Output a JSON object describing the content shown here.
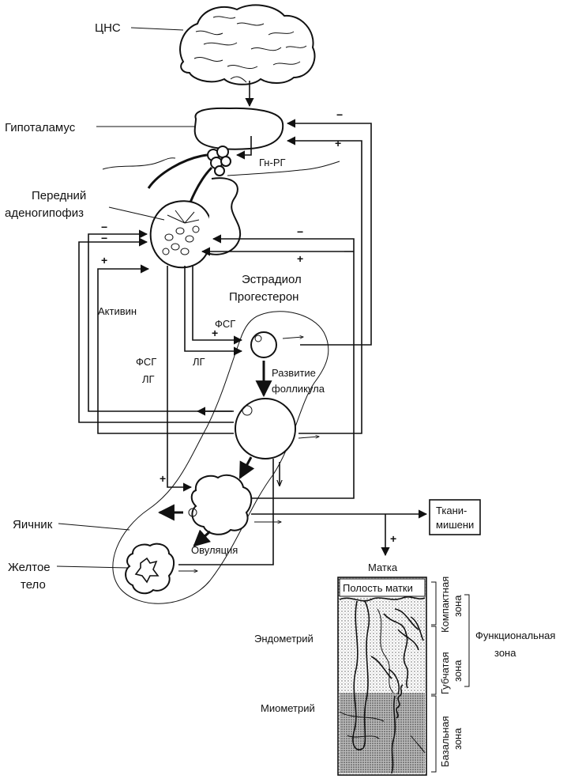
{
  "labels": {
    "cns": "ЦНС",
    "hypothalamus": "Гипоталамус",
    "gnrh": "Гн-РГ",
    "anterior_pituitary_line1": "Передний",
    "anterior_pituitary_line2": "аденогипофиз",
    "estradiol": "Эстрадиол",
    "progesterone": "Прогестерон",
    "activin": "Активин",
    "fsh_top": "ФСГ",
    "fsh_left": "ФСГ",
    "lh_left": "ЛГ",
    "lh_mid": "ЛГ",
    "follicle_development_line1": "Развитие",
    "follicle_development_line2": "фолликула",
    "ovary": "Яичник",
    "ovulation": "Овуляция",
    "corpus_luteum_line1": "Желтое",
    "corpus_luteum_line2": "тело",
    "target_tissues_line1": "Ткани-",
    "target_tissues_line2": "мишени",
    "uterus": "Матка",
    "uterine_cavity": "Полость матки",
    "endometrium": "Эндометрий",
    "myometrium": "Миометрий",
    "compact_zone_line1": "Компактная",
    "compact_zone_line2": "зона",
    "spongy_zone_line1": "Губчатая",
    "spongy_zone_line2": "зона",
    "basal_zone_line1": "Базальная",
    "basal_zone_line2": "зона",
    "functional_zone_line1": "Функциональная",
    "functional_zone_line2": "зона"
  },
  "signs": {
    "minus": "−",
    "plus": "+"
  }
}
